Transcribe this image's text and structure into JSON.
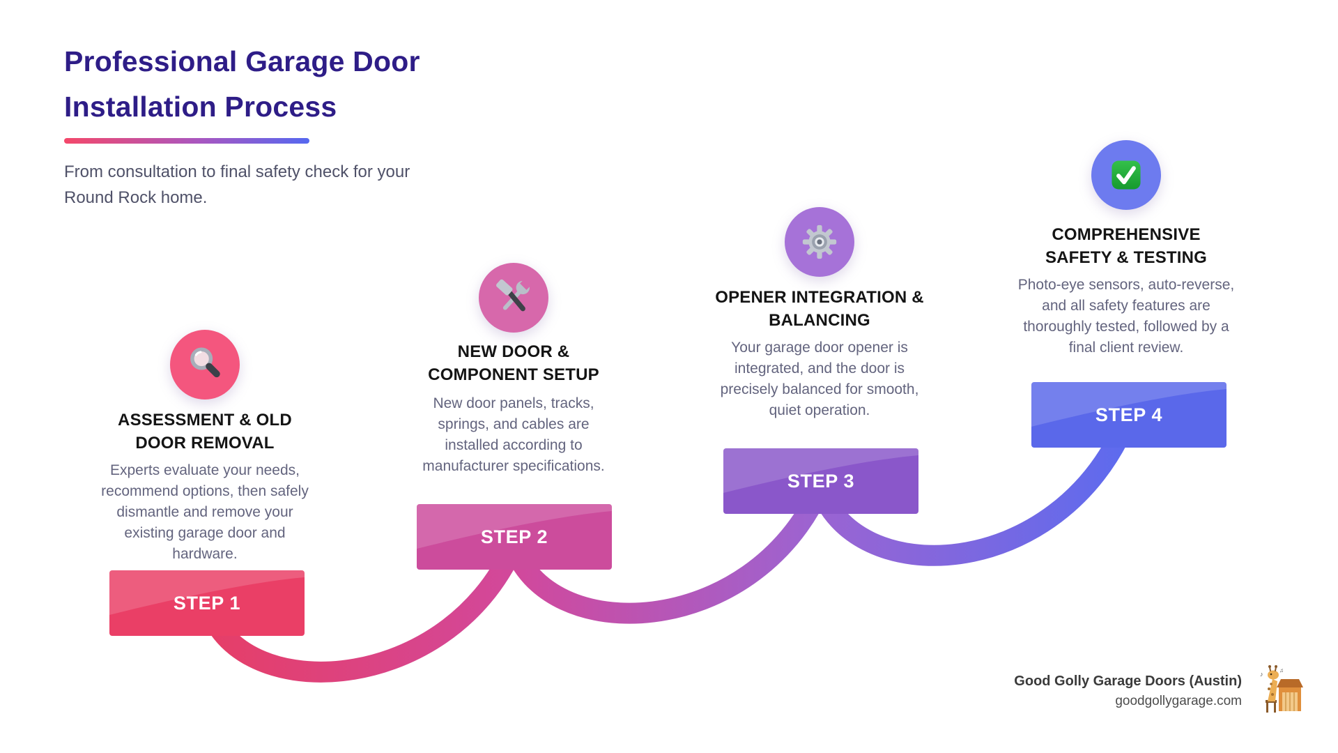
{
  "header": {
    "title_line1": "Professional Garage Door",
    "title_line2": "Installation Process",
    "subtitle": "From consultation to final safety check for your Round Rock home."
  },
  "steps": [
    {
      "label": "STEP 1",
      "heading": "ASSESSMENT & OLD DOOR REMOVAL",
      "description": "Experts evaluate your needs, recommend options, then safely dismantle and remove your existing garage door and hardware.",
      "icon": "magnifier-icon",
      "circle_color": "#f4567e",
      "banner_color": "#ea3f66"
    },
    {
      "label": "STEP 2",
      "heading": "NEW DOOR & COMPONENT SETUP",
      "description": "New door panels, tracks, springs, and cables are installed according to manufacturer specifications.",
      "icon": "hammer-wrench-icon",
      "circle_color": "#d768ab",
      "banner_color": "#cc4c9c"
    },
    {
      "label": "STEP 3",
      "heading": "OPENER INTEGRATION & BALANCING",
      "description": "Your garage door opener is integrated, and the door is precisely balanced for smooth, quiet operation.",
      "icon": "gear-icon",
      "circle_color": "#a672d8",
      "banner_color": "#8a57ca"
    },
    {
      "label": "STEP 4",
      "heading": "COMPREHENSIVE SAFETY & TESTING",
      "description": "Photo-eye sensors, auto-reverse, and all safety features are thoroughly tested, followed by a final client review.",
      "icon": "check-icon",
      "circle_color": "#6d7bef",
      "banner_color": "#5a68ea"
    }
  ],
  "colors": {
    "title": "#2e1d87",
    "subtitle_text": "#4f5168",
    "description_text": "#63647e",
    "accent_gradient_start": "#f4486a",
    "accent_gradient_end": "#5568f0",
    "curve_gradient": [
      "#e63e66",
      "#d2489b",
      "#9b64d2",
      "#5d6bee"
    ]
  },
  "footer": {
    "company": "Good Golly Garage Doors (Austin)",
    "website": "goodgollygarage.com",
    "logo": "giraffe-garage-logo"
  }
}
